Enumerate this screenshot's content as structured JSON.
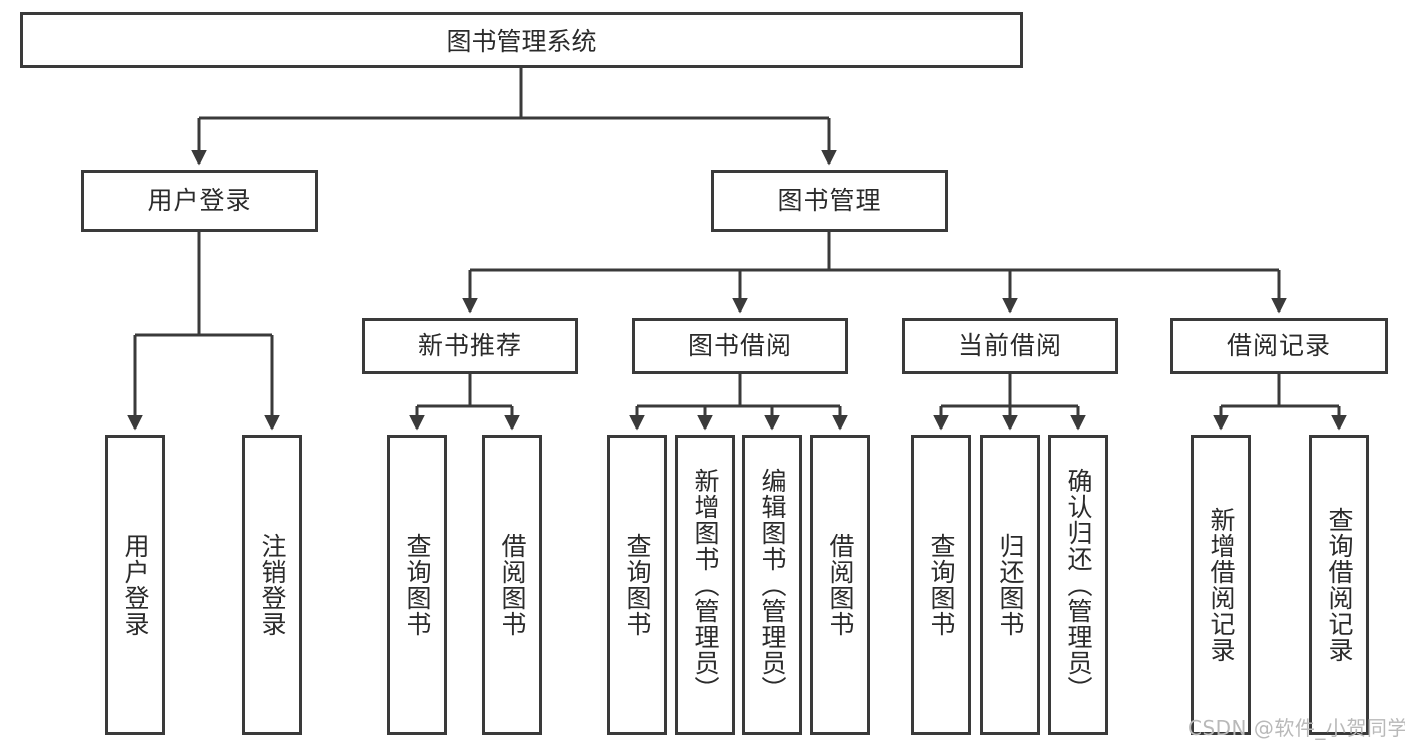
{
  "diagram": {
    "title": "图书管理系统",
    "type": "hierarchy-tree",
    "orientation": "top-down",
    "levels": 4,
    "colors": {
      "box_border": "#3a3a3a",
      "box_fill": "#ffffff",
      "edge": "#3a3a3a",
      "text": "#2b2b2b",
      "background": "#ffffff",
      "watermark": "#b9b9b9"
    },
    "root": {
      "id": "root",
      "label": "图书管理系统"
    },
    "level2": [
      {
        "id": "user-login",
        "label": "用户登录"
      },
      {
        "id": "book-management",
        "label": "图书管理"
      }
    ],
    "level3": [
      {
        "id": "new-book-recommend",
        "label": "新书推荐",
        "parent": "book-management"
      },
      {
        "id": "book-borrow",
        "label": "图书借阅",
        "parent": "book-management"
      },
      {
        "id": "current-borrow",
        "label": "当前借阅",
        "parent": "book-management"
      },
      {
        "id": "borrow-record",
        "label": "借阅记录",
        "parent": "book-management"
      }
    ],
    "leaves": {
      "user_login": [
        {
          "id": "leaf-user-login",
          "label": "用户登录"
        },
        {
          "id": "leaf-logout-login",
          "label": "注销登录"
        }
      ],
      "new_book_recommend": [
        {
          "id": "leaf-query-book-1",
          "label": "查询图书"
        },
        {
          "id": "leaf-borrow-book-1",
          "label": "借阅图书"
        }
      ],
      "book_borrow": [
        {
          "id": "leaf-query-book-2",
          "label": "查询图书"
        },
        {
          "id": "leaf-add-book",
          "label": "新增图书（管理员）"
        },
        {
          "id": "leaf-edit-book",
          "label": "编辑图书（管理员）"
        },
        {
          "id": "leaf-borrow-book-2",
          "label": "借阅图书"
        }
      ],
      "current_borrow": [
        {
          "id": "leaf-query-book-3",
          "label": "查询图书"
        },
        {
          "id": "leaf-return-book",
          "label": "归还图书"
        },
        {
          "id": "leaf-confirm-return",
          "label": "确认归还（管理员）"
        }
      ],
      "borrow_record": [
        {
          "id": "leaf-add-record",
          "label": "新增借阅记录"
        },
        {
          "id": "leaf-query-record",
          "label": "查询借阅记录"
        }
      ]
    },
    "watermark": "CSDN @软件_小贺同学"
  }
}
